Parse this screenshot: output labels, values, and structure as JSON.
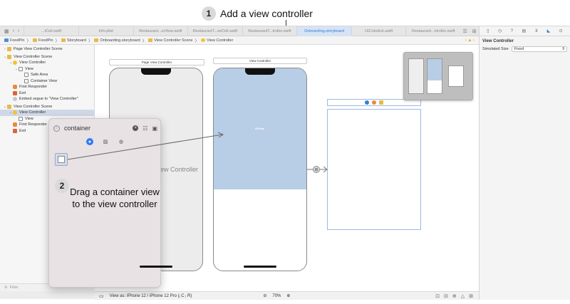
{
  "annotations": {
    "step1": {
      "number": "1",
      "text": "Add a view controller"
    },
    "step2": {
      "number": "2",
      "text": "Drag a container view to the view controller"
    }
  },
  "tabbar": {
    "nav_icons": [
      "grid-icon",
      "back-icon",
      "forward-icon"
    ],
    "tabs": [
      {
        "label": "...ICell.swift",
        "active": false
      },
      {
        "label": "Info.plist",
        "active": false
      },
      {
        "label": "Restaurant...erView.swift",
        "active": false
      },
      {
        "label": "RestaurantT...eeCell.swift",
        "active": false
      },
      {
        "label": "RestaurantT...troller.swift",
        "active": false
      },
      {
        "label": "Onboarding.storyboard",
        "active": true
      },
      {
        "label": "UIColorExt.swift",
        "active": false
      },
      {
        "label": "Restaurant...ntroller.swift",
        "active": false
      }
    ]
  },
  "breadcrumb": {
    "items": [
      "FoodPin",
      "FoodPin",
      "Storyboard",
      "Onboarding.storyboard",
      "View Controller Scene",
      "View Controller"
    ],
    "separator": "〉"
  },
  "outline": {
    "rows": [
      {
        "label": "Page View Controller Scene",
        "indent": 0,
        "icon": "scene",
        "tri": "›",
        "selected": false
      },
      {
        "label": "View Controller Scene",
        "indent": 0,
        "icon": "scene",
        "tri": "⌄",
        "selected": false
      },
      {
        "label": "View Controller",
        "indent": 1,
        "icon": "vc",
        "tri": "⌄",
        "selected": false
      },
      {
        "label": "View",
        "indent": 2,
        "icon": "view",
        "tri": "⌄",
        "selected": false
      },
      {
        "label": "Safe Area",
        "indent": 3,
        "icon": "view",
        "tri": "",
        "selected": false
      },
      {
        "label": "Container View",
        "indent": 3,
        "icon": "view",
        "tri": "",
        "selected": false
      },
      {
        "label": "First Responder",
        "indent": 1,
        "icon": "fr",
        "tri": "",
        "selected": false
      },
      {
        "label": "Exit",
        "indent": 1,
        "icon": "exit",
        "tri": "",
        "selected": false
      },
      {
        "label": "Embed segue to \"View Controller\"",
        "indent": 1,
        "icon": "segue",
        "tri": "",
        "selected": false
      },
      {
        "label": "View Controller Scene",
        "indent": 0,
        "icon": "scene",
        "tri": "⌄",
        "selected": false
      },
      {
        "label": "View Controller",
        "indent": 1,
        "icon": "vc",
        "tri": "⌄",
        "selected": true
      },
      {
        "label": "View",
        "indent": 2,
        "icon": "view",
        "tri": "",
        "selected": false
      },
      {
        "label": "First Responder",
        "indent": 1,
        "icon": "fr",
        "tri": "",
        "selected": false
      },
      {
        "label": "Exit",
        "indent": 1,
        "icon": "exit",
        "tri": "",
        "selected": false
      }
    ],
    "filter_placeholder": "Filter"
  },
  "canvas": {
    "scene1_title": "Page View Controller",
    "scene2_title": "View Controller",
    "container_label": "Container View Controller",
    "uiview_label": "UIView"
  },
  "bottombar": {
    "view_as": "View as: iPhone 12 / iPhone 12 Pro (ⱼ C ⱼ R)",
    "zoom": "70%"
  },
  "inspector": {
    "title": "View Controller",
    "simulated_size_label": "Simulated Size",
    "simulated_size_value": "Fixed"
  },
  "library": {
    "search_text": "container"
  },
  "colors": {
    "accent": "#2f7cf6",
    "uiview_fill": "#b8cde6",
    "library_bg": "#e8e2e4"
  }
}
